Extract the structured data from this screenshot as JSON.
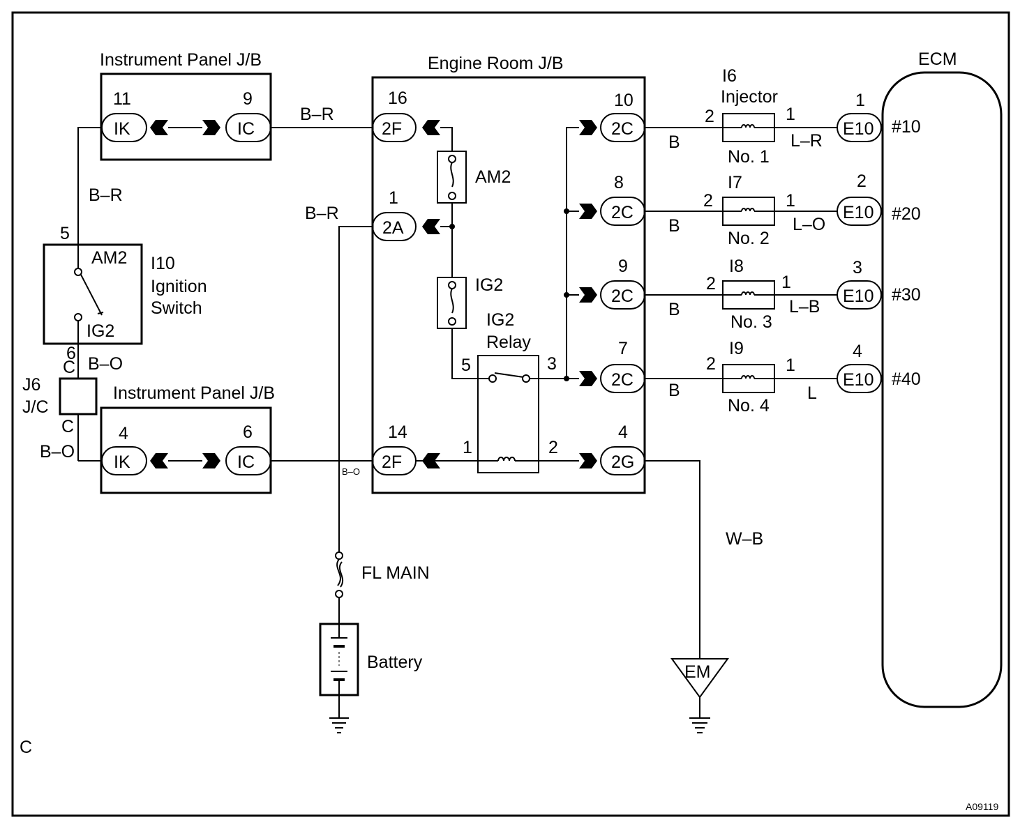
{
  "instrument_panel_jb": "Instrument Panel J/B",
  "engine_room_jb": "Engine Room J/B",
  "ecm": {
    "title": "ECM",
    "terminals": [
      "#10",
      "#20",
      "#30",
      "#40"
    ]
  },
  "ignition_switch": {
    "id": "I10",
    "name_line1": "Ignition",
    "name_line2": "Switch",
    "am2": "AM2",
    "ig2": "IG2",
    "pin_am2": "5",
    "pin_ig2": "6"
  },
  "jc": {
    "line1": "J6",
    "line2": "J/C",
    "pin_top": "C",
    "pin_bottom": "C"
  },
  "fuse_am2": "AM2",
  "fuse_ig2": "IG2",
  "relay": {
    "line1": "IG2",
    "line2": "Relay",
    "pin1": "1",
    "pin2": "2",
    "pin3": "3",
    "pin5": "5"
  },
  "fl_main": "FL MAIN",
  "battery": "Battery",
  "ground_em": "EM",
  "wires": {
    "b_r": "B–R",
    "b_o": "B–O",
    "b": "B",
    "w_b": "W–B"
  },
  "connectors": {
    "ik": "IK",
    "ic": "IC",
    "f2": "2F",
    "a2": "2A",
    "c2": "2C",
    "g2": "2G",
    "e10": "E10"
  },
  "pins": {
    "ip1_ik": "11",
    "ip1_ic": "9",
    "ip2_ik": "4",
    "ip2_ic": "6",
    "f2_top": "16",
    "a2": "1",
    "f2_bottom": "14",
    "g2": "4",
    "c2": [
      "10",
      "8",
      "9",
      "7"
    ]
  },
  "injectors": [
    {
      "id": "I6",
      "title": "Injector",
      "no": "No. 1",
      "pin_in": "2",
      "pin_out": "1",
      "wire": "L–R",
      "ecm_pin": "1"
    },
    {
      "id": "I7",
      "no": "No. 2",
      "pin_in": "2",
      "pin_out": "1",
      "wire": "L–O",
      "ecm_pin": "2"
    },
    {
      "id": "I8",
      "no": "No. 3",
      "pin_in": "2",
      "pin_out": "1",
      "wire": "L–B",
      "ecm_pin": "3"
    },
    {
      "id": "I9",
      "no": "No. 4",
      "pin_in": "2",
      "pin_out": "1",
      "wire": "L",
      "ecm_pin": "4"
    }
  ],
  "corner_letter": "C",
  "figure_code": "A09119"
}
